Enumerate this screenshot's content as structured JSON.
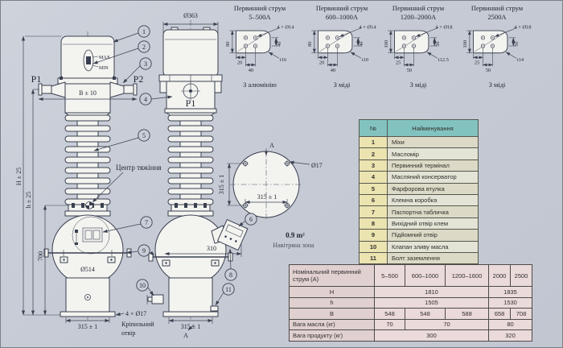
{
  "terminal_panels": [
    {
      "title1": "Первинний струм",
      "title2": "5–500А",
      "holes": "4 × Ø14",
      "dim_left": "80",
      "dim_offset": "20",
      "dim_bottom": "40",
      "dim_right": "40",
      "thickness": "t16",
      "material": "З алюмінію"
    },
    {
      "title1": "Первинний струм",
      "title2": "600–1000А",
      "holes": "4 × Ø14",
      "dim_left": "80",
      "dim_offset": "20",
      "dim_bottom": "40",
      "dim_right": "40",
      "thickness": "t10",
      "material": "З міді"
    },
    {
      "title1": "Первинний струм",
      "title2": "1200–2000А",
      "holes": "4 × Ø18",
      "dim_left": "100",
      "dim_offset": "25",
      "dim_bottom": "50",
      "dim_right": "50",
      "thickness": "t12.5",
      "material": "З міді"
    },
    {
      "title1": "Первинний струм",
      "title2": "2500А",
      "holes": "4 × Ø18",
      "dim_left": "100",
      "dim_offset": "25",
      "dim_bottom": "50",
      "dim_right": "50",
      "thickness": "t14",
      "material": "З міді"
    }
  ],
  "parts_table": {
    "col_no": "№",
    "col_name": "Найменування",
    "rows": [
      [
        "1",
        "Міхи"
      ],
      [
        "2",
        "Масломір"
      ],
      [
        "3",
        "Первинний термінал"
      ],
      [
        "4",
        "Масляний консерватор"
      ],
      [
        "5",
        "Фарфорова втулка"
      ],
      [
        "6",
        "Клемна коробка"
      ],
      [
        "7",
        "Паспортна табличка"
      ],
      [
        "8",
        "Вихідний отвір клем"
      ],
      [
        "9",
        "Підйомний отвір"
      ],
      [
        "10",
        "Клапан зливу масла"
      ],
      [
        "11",
        "Болт заземлення"
      ]
    ]
  },
  "spec_table": {
    "corner": "Номінальний первинний струм (А)",
    "cols": [
      "5–500",
      "600–1000",
      "1200–1600",
      "2000",
      "2500"
    ],
    "H": {
      "label": "H",
      "a": "1810",
      "b": "1835"
    },
    "h": {
      "label": "h",
      "a": "1505",
      "b": "1530"
    },
    "B": {
      "label": "B",
      "v0": "548",
      "v1": "548",
      "v2": "588",
      "v3": "658",
      "v4": "708"
    },
    "oil": {
      "label": "Вага масла (кг)",
      "a": "70",
      "b": "70",
      "c": "80"
    },
    "mass": {
      "label": "Вага продукту (кг)",
      "a": "300",
      "b": "320"
    }
  },
  "drawing": {
    "callouts": [
      "1",
      "2",
      "3",
      "4",
      "5",
      "6",
      "7",
      "8",
      "9",
      "10",
      "11"
    ],
    "front": {
      "p1": "P1",
      "p2": "P2",
      "max": "MAX",
      "min": "MIN",
      "dim_width": "B ± 10",
      "dim_height_total": "H ± 25",
      "dim_height_mid": "h ± 25",
      "dim_700": "700",
      "dim_tank": "Ø514",
      "dim_base": "315 ± 1",
      "mount_holes": "4 × Ø17",
      "mount_label_1": "Кріпильний",
      "mount_label_2": "отвір",
      "center_of_gravity": "Центр тяжіння"
    },
    "side": {
      "p1": "P1",
      "dim_top": "Ø363",
      "dim_box": "310",
      "dim_base": "315 ± 1",
      "section": "А"
    },
    "top_view": {
      "dim_holes": "Ø17",
      "dim_h": "315 ± 1",
      "dim_v": "315 ± 1",
      "section": "А",
      "area_value": "0.9 m²",
      "area_label": "Навітряна зона"
    }
  },
  "colors": {
    "background": "#c7cbd5",
    "line": "#394050",
    "table_header_teal": "#82c3c0",
    "table_no_yellow": "#ebe3b0",
    "spec_pink": "#eadada"
  }
}
